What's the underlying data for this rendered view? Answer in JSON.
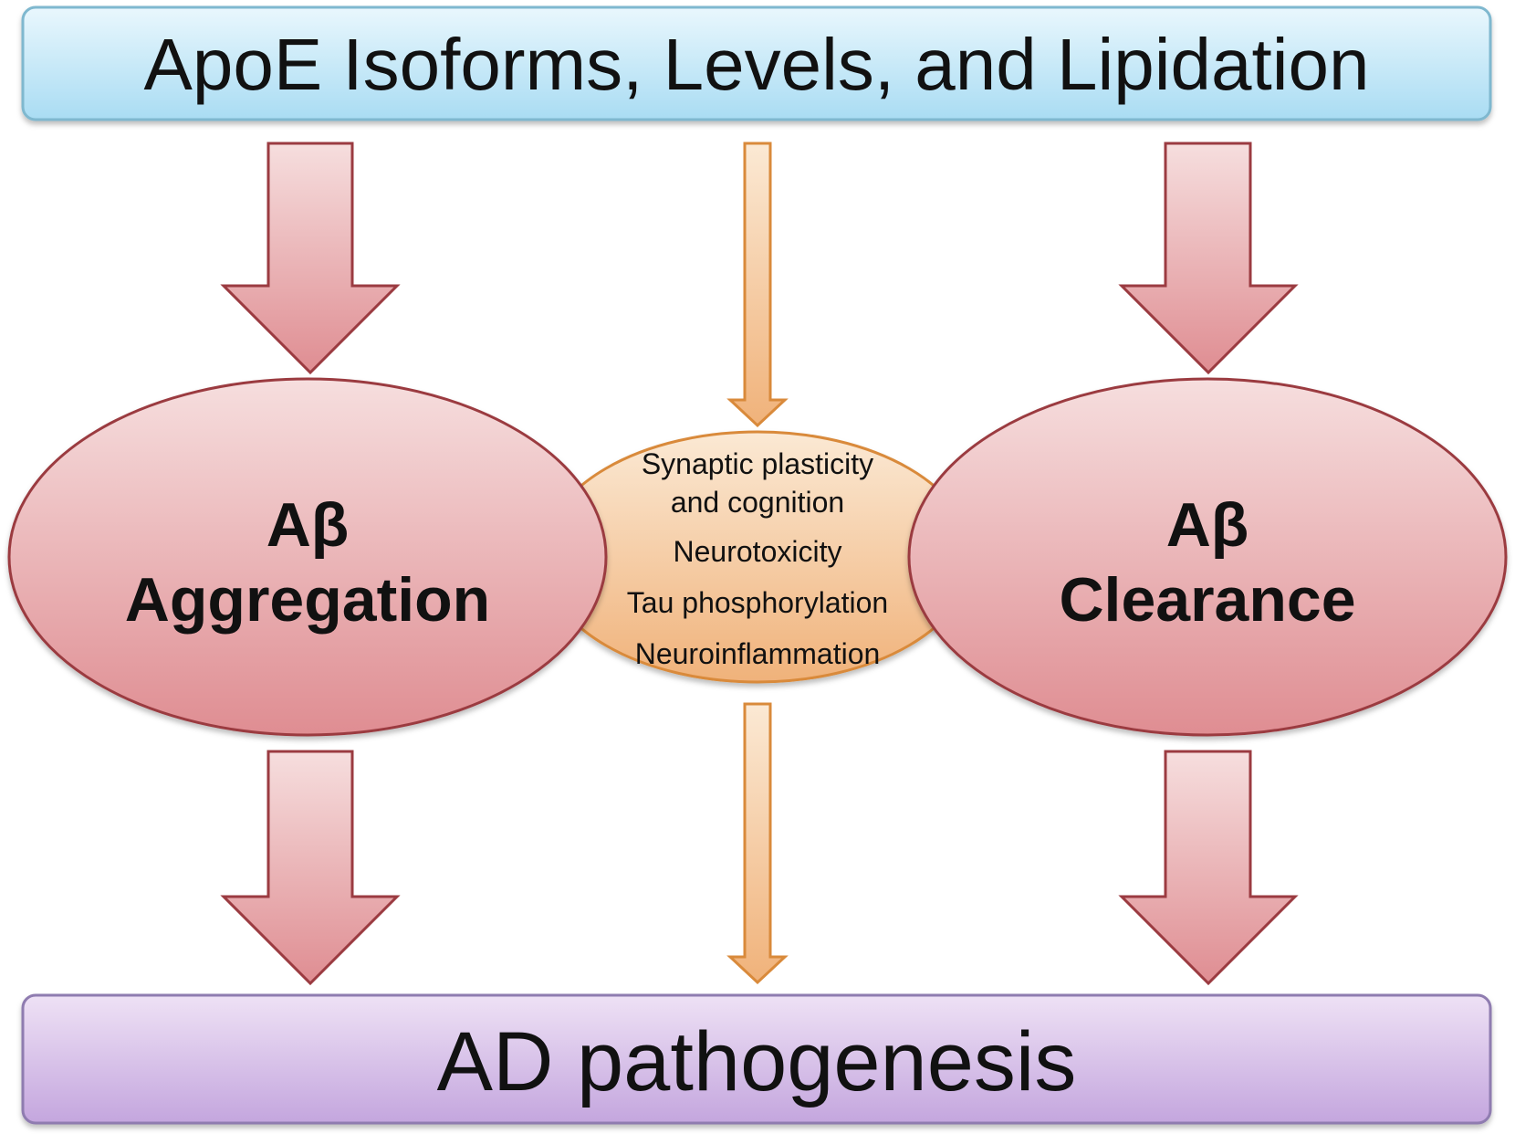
{
  "top_box": {
    "label": "ApoE Isoforms, Levels, and Lipidation"
  },
  "left_oval": {
    "line1": "Aβ",
    "line2": "Aggregation"
  },
  "right_oval": {
    "line1": "Aβ",
    "line2": "Clearance"
  },
  "center_oval": {
    "items": [
      "Synaptic plasticity",
      "and cognition",
      "Neurotoxicity",
      "Tau phosphorylation",
      "Neuroinflammation"
    ]
  },
  "bottom_box": {
    "label": "AD pathogenesis"
  },
  "colors": {
    "top_box_fill_top": "#e9f7fd",
    "top_box_fill_bottom": "#a9dcf3",
    "top_box_stroke": "#7fb8cf",
    "red_fill_top": "#f6dede",
    "red_fill_bottom": "#df8d92",
    "red_stroke": "#9b3b41",
    "orange_fill_top": "#fbe9d4",
    "orange_fill_bottom": "#f0b27a",
    "orange_stroke": "#d98a3b",
    "purple_fill_top": "#eee1f5",
    "purple_fill_bottom": "#c4a6de",
    "purple_stroke": "#8f7bb0"
  }
}
